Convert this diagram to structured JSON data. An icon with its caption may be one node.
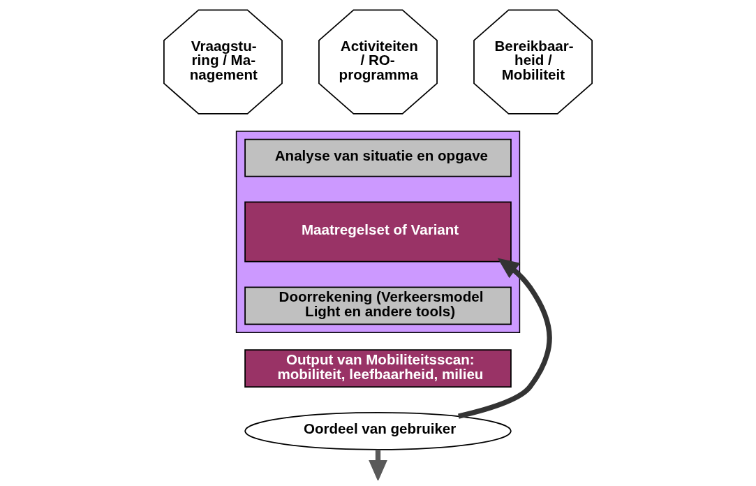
{
  "diagram": {
    "nodes": [
      {
        "text": [],
        "shape": "arrow"
      },
      {
        "text": [
          "Vraagstu- ring / Ma- nagement"
        ]
      },
      {
        "text": [
          "Activiteiten / RO- programma"
        ]
      },
      {
        "text": [
          "Bereikbaar- heid / Mobiliteit"
        ]
      },
      {
        "text": [
          "Analyse van situatie en opgave"
        ],
        "in": 0
      },
      {
        "text": [
          "Maatregelset of Variant"
        ],
        "in": 0
      },
      {
        "text": [
          "Doorrekening (Verkeersmodel Light en andere tools)"
        ],
        "in": 0
      },
      {
        "text": [
          "Output van Mobiliteitsscan:",
          "mobiliteit, leefbaarheid, milieu"
        ]
      },
      {
        "text": [
          "Oordeel van gebruiker"
        ]
      }
    ],
    "edges": [
      {
        "from": 8,
        "to": 5,
        "arrow": "to",
        "color": "#333333"
      },
      {
        "from": 8,
        "to": null,
        "arrow": "to",
        "color": "#595959"
      }
    ]
  }
}
